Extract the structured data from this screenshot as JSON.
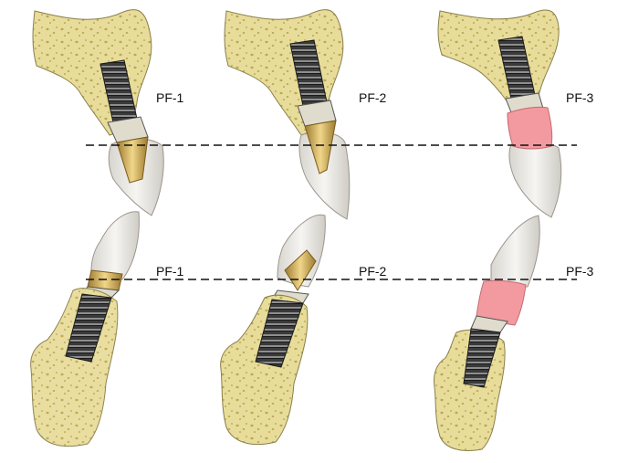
{
  "labels": {
    "upper_1": "PF-1",
    "upper_2": "PF-2",
    "upper_3": "PF-3",
    "lower_1": "PF-1",
    "lower_2": "PF-2",
    "lower_3": "PF-3"
  },
  "colors": {
    "bone": "#e8dc9a",
    "bone_pore": "#b9a853",
    "bone_edge": "#8a7f4a",
    "crown": "#e6e4df",
    "gold_abutment": "#d9b45a",
    "implant_dark": "#2f2f2f",
    "gingiva_pink": "#f29aa0",
    "dashed_line": "#111111"
  }
}
